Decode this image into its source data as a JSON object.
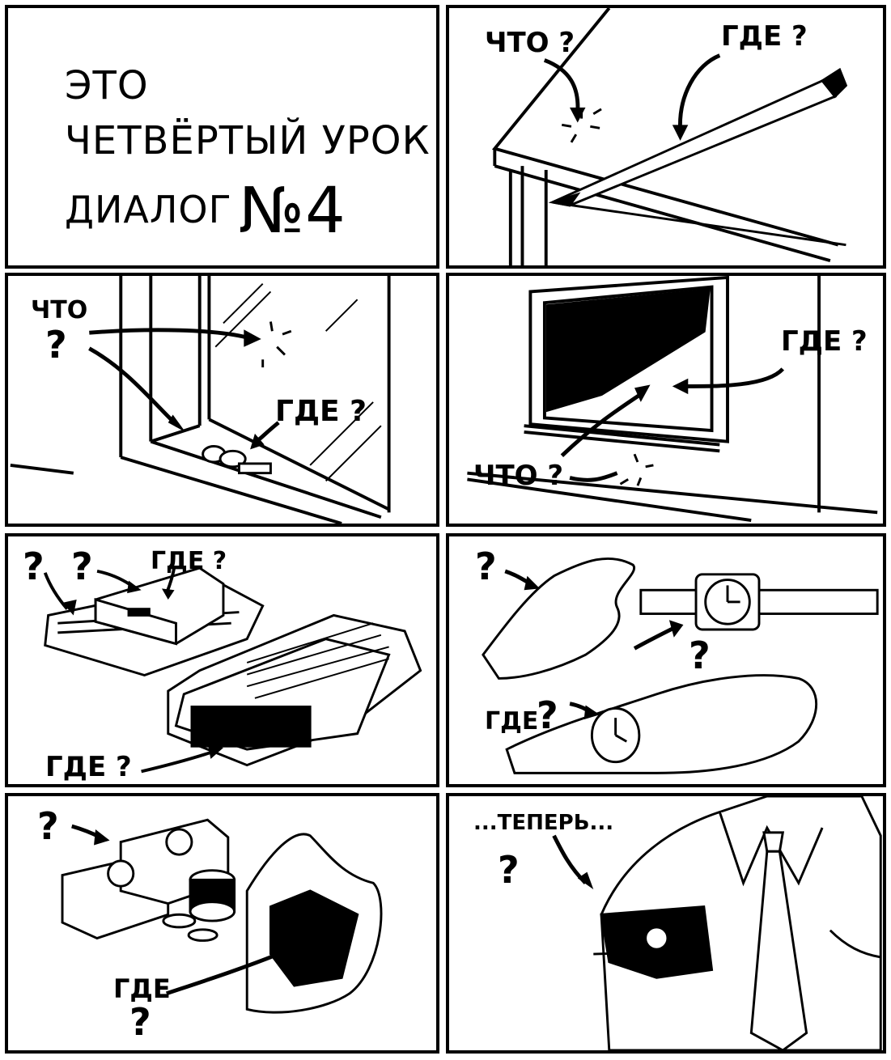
{
  "title_panel": {
    "line1": "ЭТО",
    "line2": "ЧЕТВЁРТЫЙ УРОК",
    "line3_label": "ДИАЛОГ",
    "line3_number": "№4"
  },
  "labels": {
    "what": "ЧТО",
    "where": "ГДЕ",
    "now": "...ТЕПЕРЬ...",
    "question": "?",
    "what_q": "ЧТО ?",
    "where_q": "ГДЕ ?"
  },
  "icons": [
    "pencil-icon",
    "keys-icon",
    "book-icon",
    "newspaper-icon",
    "watch-icon",
    "hand-icon",
    "money-icon",
    "coins-icon",
    "shirt-icon",
    "tie-icon",
    "window-icon",
    "picture-icon",
    "table-icon"
  ]
}
